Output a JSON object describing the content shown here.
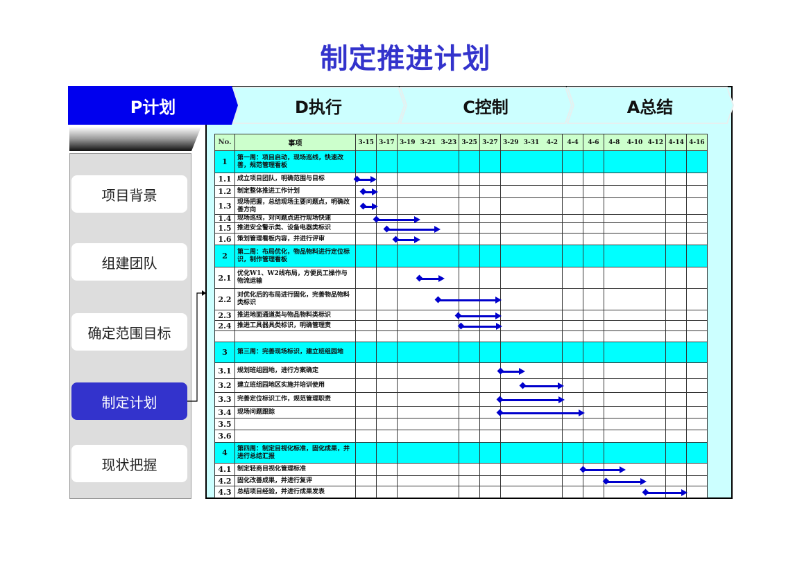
{
  "page": {
    "title": "制定推进计划"
  },
  "pdca_tabs": [
    {
      "label": "P计划",
      "active": true
    },
    {
      "label": "D执行",
      "active": false
    },
    {
      "label": "C控制",
      "active": false
    },
    {
      "label": "A总结",
      "active": false
    }
  ],
  "sidebar": {
    "items": [
      {
        "label": "项目背景",
        "active": false
      },
      {
        "label": "组建团队",
        "active": false
      },
      {
        "label": "确定范围目标",
        "active": false
      },
      {
        "label": "制定计划",
        "active": true
      },
      {
        "label": "现状把握",
        "active": false
      }
    ]
  },
  "colors": {
    "accent": "#3333cc",
    "phase_row": "#00ffff",
    "header_row": "#ccffcc",
    "frame_bg": "#ccffff",
    "bar": "#0000cc"
  },
  "gantt": {
    "headers": {
      "no": "No.",
      "item": "事项"
    },
    "dates": [
      "3-15",
      "3-17",
      "3-19",
      "3-21",
      "3-23",
      "3-25",
      "3-27",
      "3-29",
      "3-31",
      "4-2",
      "4-4",
      "4-6",
      "4-8",
      "4-10",
      "4-12",
      "4-14",
      "4-16"
    ],
    "rows": [
      {
        "no": "1",
        "item": "第一周：项目启动，现场巡线，快速改善，规范管理看板",
        "phase": true
      },
      {
        "no": "1.1",
        "item": "成立项目团队，明确范围与目标",
        "phase": false
      },
      {
        "no": "1.2",
        "item": "制定整体推进工作计划",
        "phase": false
      },
      {
        "no": "1.3",
        "item": "现场把握，总结现场主要问题点，明确改善方向",
        "phase": false
      },
      {
        "no": "1.4",
        "item": "现场巡线，对问题点进行现场快速",
        "phase": false
      },
      {
        "no": "1.5",
        "item": "推进安全警示类、设备电器类标识",
        "phase": false
      },
      {
        "no": "1.6",
        "item": "策划管理看板内容，并进行评审",
        "phase": false
      },
      {
        "no": "2",
        "item": "第二周：布局优化，物品物料进行定位标识，制作管理看板",
        "phase": true
      },
      {
        "no": "2.1",
        "item": "优化W1、W2线布局，方便员工操作与物流运输",
        "phase": false
      },
      {
        "no": "2.2",
        "item": "对优化后的布局进行固化，完善物品物料类标识",
        "phase": false
      },
      {
        "no": "2.3",
        "item": "推进地面通道类与物品物料类标识",
        "phase": false
      },
      {
        "no": "2.4",
        "item": "推进工具器具类标识，明确管理责",
        "phase": false
      },
      {
        "no": "",
        "item": "",
        "phase": false
      },
      {
        "no": "3",
        "item": "第三周：完善现场标识，建立班组园地",
        "phase": true
      },
      {
        "no": "3.1",
        "item": "规划班组园地，进行方案确定",
        "phase": false
      },
      {
        "no": "3.2",
        "item": "建立班组园地区实施并培训使用",
        "phase": false
      },
      {
        "no": "3.3",
        "item": "完善定位标识工作，规范管理职责",
        "phase": false
      },
      {
        "no": "3.4",
        "item": "现场问题跟踪",
        "phase": false
      },
      {
        "no": "3.5",
        "item": "",
        "phase": false
      },
      {
        "no": "3.6",
        "item": "",
        "phase": false
      },
      {
        "no": "4",
        "item": "第四周：制定目视化标准，固化成果，并进行总结汇报",
        "phase": true
      },
      {
        "no": "4.1",
        "item": "制定轻商目视化管理标准",
        "phase": false
      },
      {
        "no": "4.2",
        "item": "固化改善成果，并进行复评",
        "phase": false
      },
      {
        "no": "4.3",
        "item": "总结项目经验，并进行成果发表",
        "phase": false
      }
    ],
    "bars": [
      {
        "row": "1.1",
        "start": "3-15",
        "end": "3-17"
      },
      {
        "row": "1.2",
        "start": "3-16",
        "end": "3-17"
      },
      {
        "row": "1.3",
        "start": "3-16",
        "end": "3-17"
      },
      {
        "row": "1.5",
        "start": "3-17",
        "end": "3-21"
      },
      {
        "row": "1.5b",
        "start": "3-18",
        "end": "3-23"
      },
      {
        "row": "1.6",
        "start": "3-19",
        "end": "3-21"
      },
      {
        "row": "2.1",
        "start": "3-21",
        "end": "3-23"
      },
      {
        "row": "2.2",
        "start": "3-23",
        "end": "3-29"
      },
      {
        "row": "2.3",
        "start": "3-25",
        "end": "3-29"
      },
      {
        "row": "2.4",
        "start": "3-25",
        "end": "3-29"
      },
      {
        "row": "3.1",
        "start": "3-29",
        "end": "3-31"
      },
      {
        "row": "3.2",
        "start": "3-31",
        "end": "4-4"
      },
      {
        "row": "3.3",
        "start": "3-29",
        "end": "4-4"
      },
      {
        "row": "3.4",
        "start": "3-29",
        "end": "4-6"
      },
      {
        "row": "4.1",
        "start": "4-6",
        "end": "4-10"
      },
      {
        "row": "4.2",
        "start": "4-8",
        "end": "4-12"
      },
      {
        "row": "4.3",
        "start": "4-12",
        "end": "4-16"
      }
    ]
  }
}
